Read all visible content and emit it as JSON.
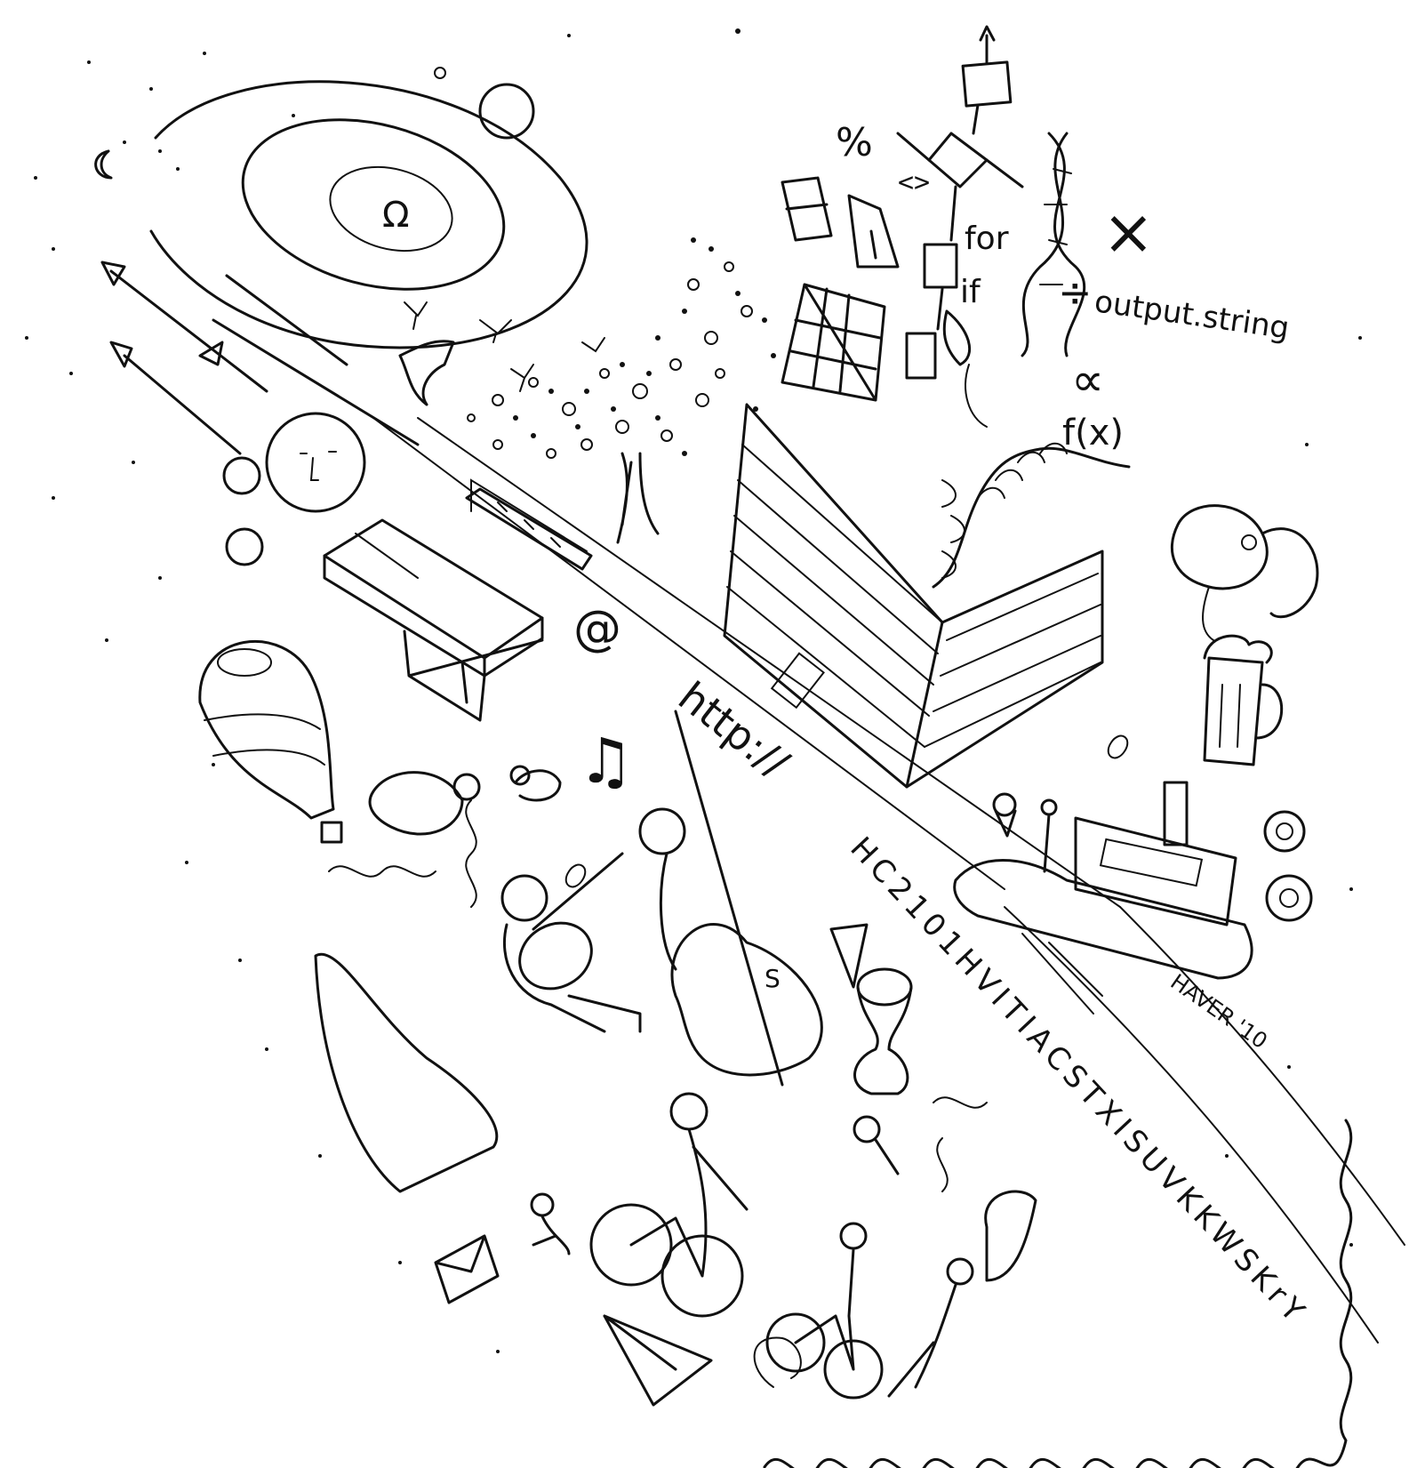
{
  "drawing": {
    "labels": {
      "omega": "Ω",
      "percent": "%",
      "brackets": "<>",
      "for": "for",
      "if": "if",
      "divide": "÷",
      "times": "×",
      "output": "output.string",
      "alpha": "∝",
      "fx": "f(x)",
      "at": "@",
      "http": "http://",
      "letters_row": "HC2101HVITIACSTXISUVKKWSKrY",
      "signature": "HAVER '10",
      "music_note": "♫",
      "drum_letters": "S"
    }
  }
}
